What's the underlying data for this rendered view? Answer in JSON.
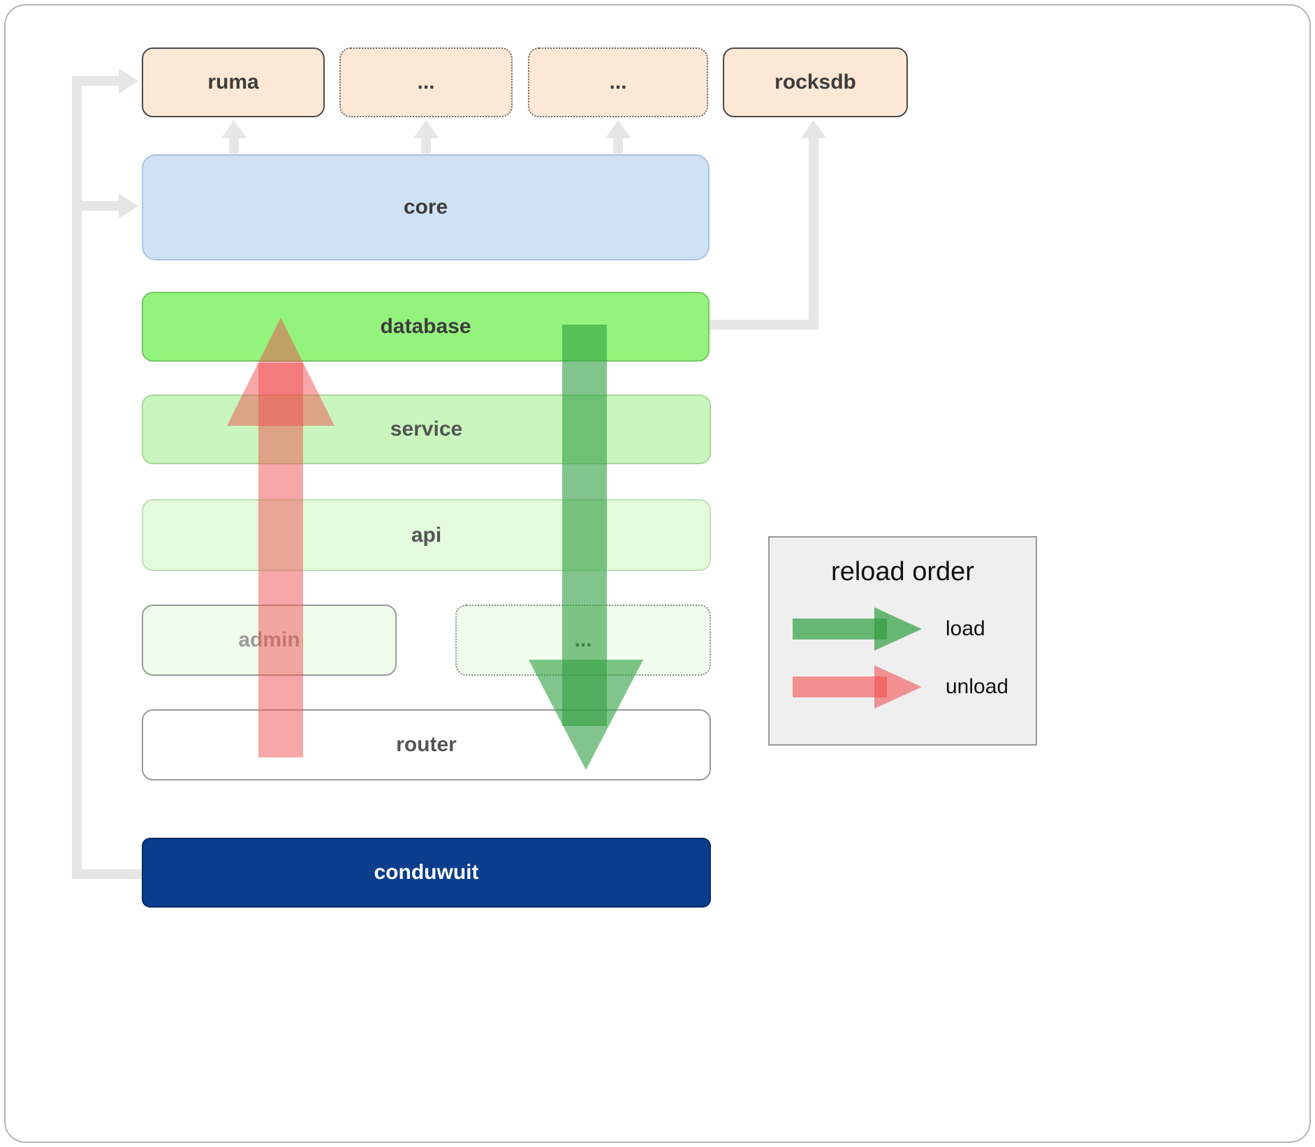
{
  "boxes": {
    "ruma": "ruma",
    "ellipsis1": "...",
    "ellipsis2": "...",
    "rocksdb": "rocksdb",
    "core": "core",
    "database": "database",
    "service": "service",
    "api": "api",
    "admin": "admin",
    "ellipsis3": "...",
    "router": "router",
    "conduwuit": "conduwuit"
  },
  "legend": {
    "title": "reload order",
    "load": "load",
    "unload": "unload"
  },
  "colors": {
    "peach": "#fce8d5",
    "blue": "#cfe2f5",
    "green_bright": "#94f37c",
    "green_mid": "#c9f6bd",
    "green_light": "#e3fadd",
    "green_faint": "#f0fdec",
    "navy": "#0a3d8c",
    "legend_bg": "#efefef",
    "gray_arrow": "#e6e6e6",
    "load": "#2f9e3f",
    "unload": "#f05050"
  }
}
